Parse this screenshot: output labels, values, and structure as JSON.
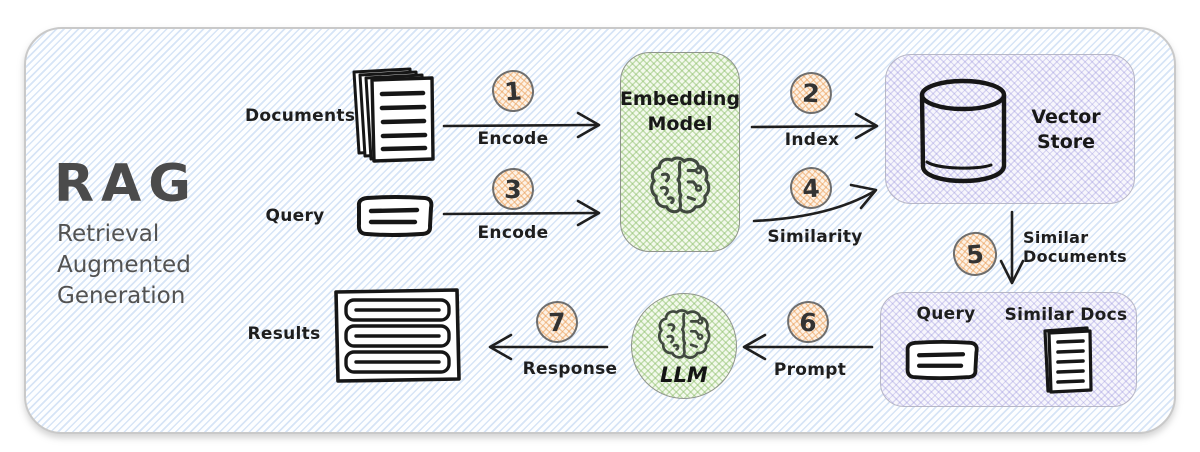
{
  "title": {
    "acronym": "RAG",
    "subtitle_line1": "Retrieval",
    "subtitle_line2": "Augmented",
    "subtitle_line3": "Generation"
  },
  "io_labels": {
    "documents": "Documents",
    "query": "Query",
    "results": "Results"
  },
  "nodes": {
    "embedding_model": {
      "line1": "Embedding",
      "line2": "Model"
    },
    "vector_store": {
      "line1": "Vector",
      "line2": "Store"
    },
    "llm": {
      "label": "LLM"
    },
    "context_box": {
      "query": "Query",
      "similar_docs": "Similar Docs"
    }
  },
  "steps": {
    "s1": {
      "num": "1",
      "label": "Encode"
    },
    "s2": {
      "num": "2",
      "label": "Index"
    },
    "s3": {
      "num": "3",
      "label": "Encode"
    },
    "s4": {
      "num": "4",
      "label": "Similarity"
    },
    "s5": {
      "num": "5",
      "label_line1": "Similar",
      "label_line2": "Documents"
    },
    "s6": {
      "num": "6",
      "label": "Prompt"
    },
    "s7": {
      "num": "7",
      "label": "Response"
    }
  },
  "colors": {
    "background_hatch_blue": "#a8c5ec",
    "card_border": "#c9c9c9",
    "green_node_hatch": "#86bb63",
    "lavender_node_hatch": "#948edb",
    "peach_step_hatch": "#e99c55",
    "ink": "#1f1f1f",
    "title_gray": "#4b4b4b"
  }
}
